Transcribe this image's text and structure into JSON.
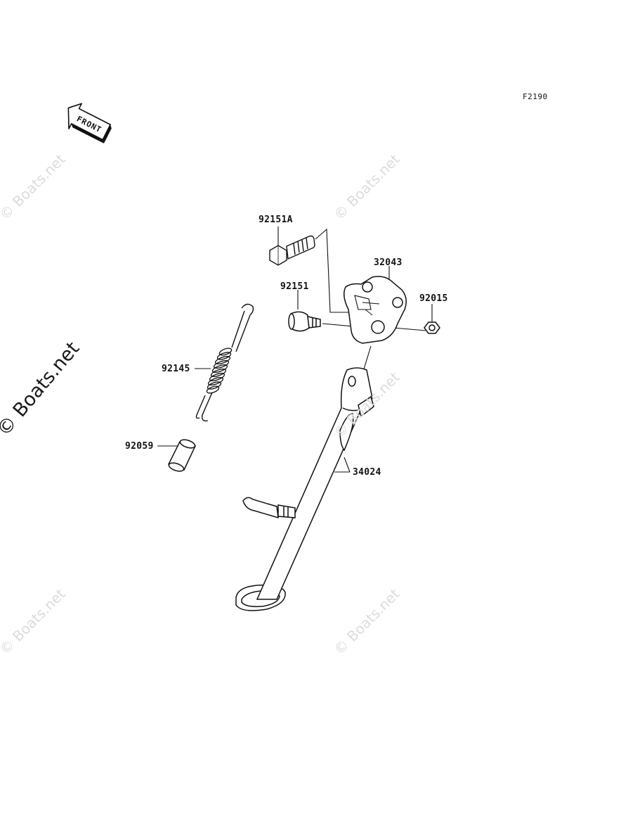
{
  "diagram_code": "F2190",
  "front_arrow_label": "FRONT",
  "watermark_text": "© Boats.net",
  "parts": {
    "p92151A": "92151A",
    "p32043": "32043",
    "p92151": "92151",
    "p92015": "92015",
    "p92145": "92145",
    "p92059": "92059",
    "p34024": "34024"
  }
}
